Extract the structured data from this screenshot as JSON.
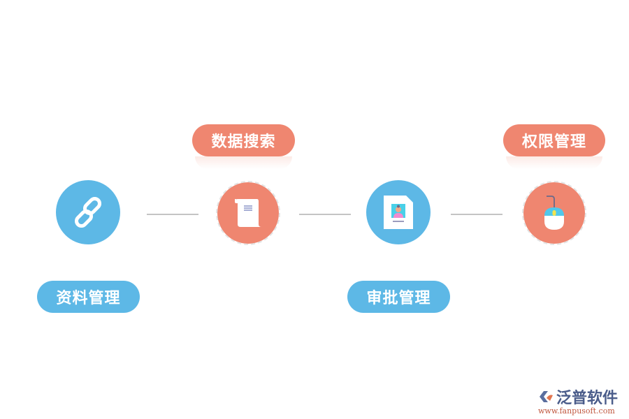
{
  "colors": {
    "blue": "#5db8e6",
    "salmon": "#ef8670",
    "connector": "#c4c4c4"
  },
  "steps": [
    {
      "label": "资料管理",
      "icon": "link-icon",
      "color": "blue",
      "label_position": "below"
    },
    {
      "label": "数据搜索",
      "icon": "scroll-document-icon",
      "color": "salmon",
      "label_position": "above"
    },
    {
      "label": "审批管理",
      "icon": "profile-document-icon",
      "color": "blue",
      "label_position": "below"
    },
    {
      "label": "权限管理",
      "icon": "mouse-icon",
      "color": "salmon",
      "label_position": "above"
    }
  ],
  "logo": {
    "name": "泛普软件",
    "url": "www.fanpusoft.com"
  }
}
